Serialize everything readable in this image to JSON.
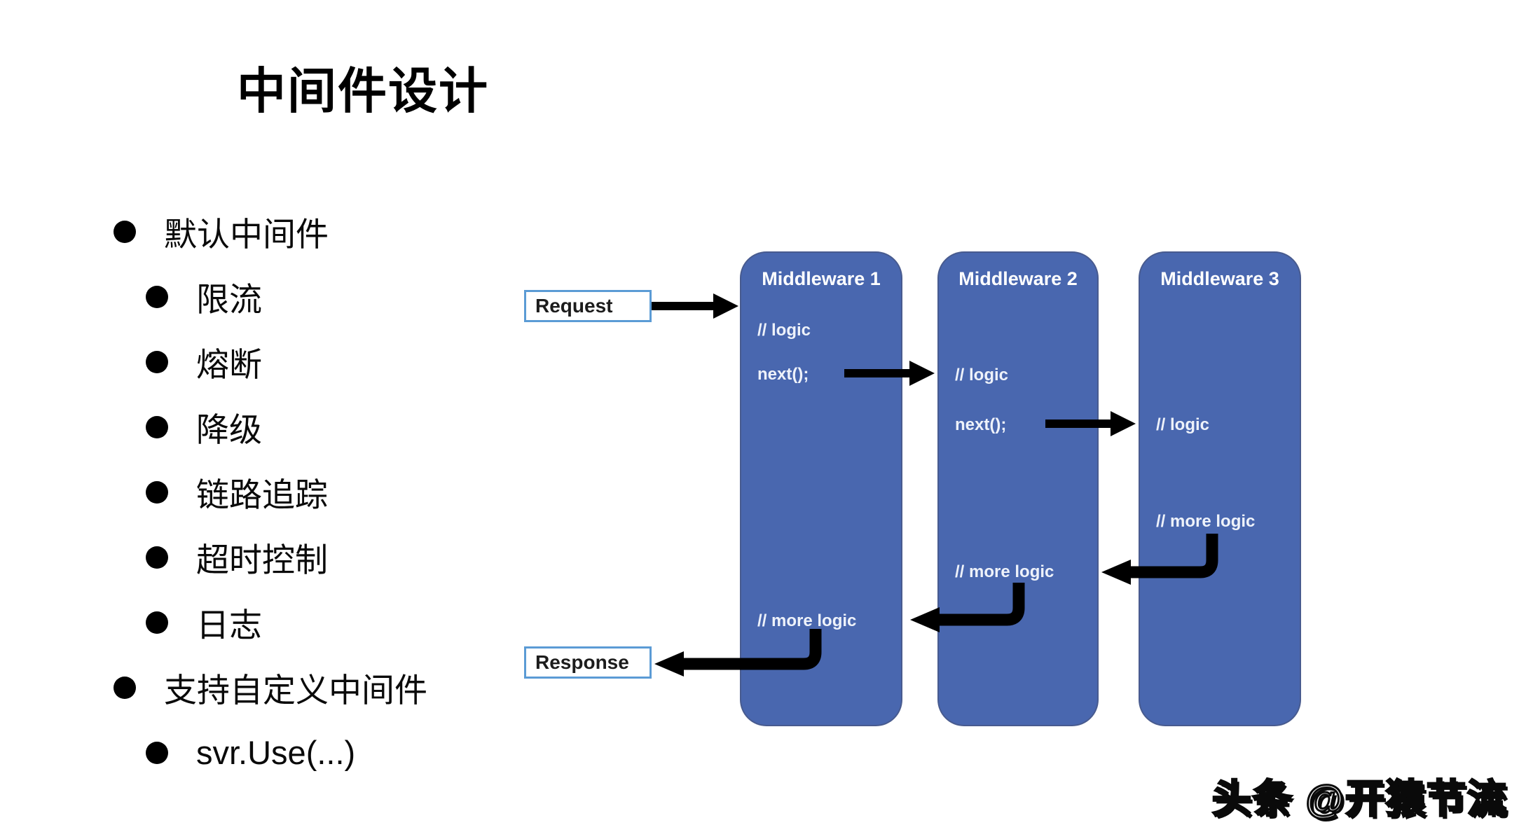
{
  "slide": {
    "title": "中间件设计",
    "bullets": [
      {
        "level": 1,
        "label": "默认中间件"
      },
      {
        "level": 2,
        "label": "限流"
      },
      {
        "level": 2,
        "label": "熔断"
      },
      {
        "level": 2,
        "label": "降级"
      },
      {
        "level": 2,
        "label": "链路追踪"
      },
      {
        "level": 2,
        "label": "超时控制"
      },
      {
        "level": 2,
        "label": "日志"
      },
      {
        "level": 1,
        "label": "支持自定义中间件"
      },
      {
        "level": 2,
        "label": "svr.Use(...)"
      }
    ]
  },
  "diagram": {
    "request_label": "Request",
    "response_label": "Response",
    "middlewares": [
      {
        "title": "Middleware 1",
        "lines": [
          "// logic",
          "next();",
          "// more logic"
        ]
      },
      {
        "title": "Middleware 2",
        "lines": [
          "// logic",
          "next();",
          "// more logic"
        ]
      },
      {
        "title": "Middleware 3",
        "lines": [
          "// logic",
          "// more logic"
        ]
      }
    ],
    "flow": [
      "request → middleware-1",
      "middleware-1 next() → middleware-2",
      "middleware-2 next() → middleware-3",
      "middleware-3 more-logic → middleware-2",
      "middleware-2 more-logic → middleware-1",
      "middleware-1 more-logic → response"
    ],
    "colors": {
      "box_fill": "#4967AF",
      "box_text": "#FFFFFF",
      "endpoint_border": "#5B9BD5",
      "arrow": "#000000"
    }
  },
  "watermark": "头条 @开猿节流"
}
